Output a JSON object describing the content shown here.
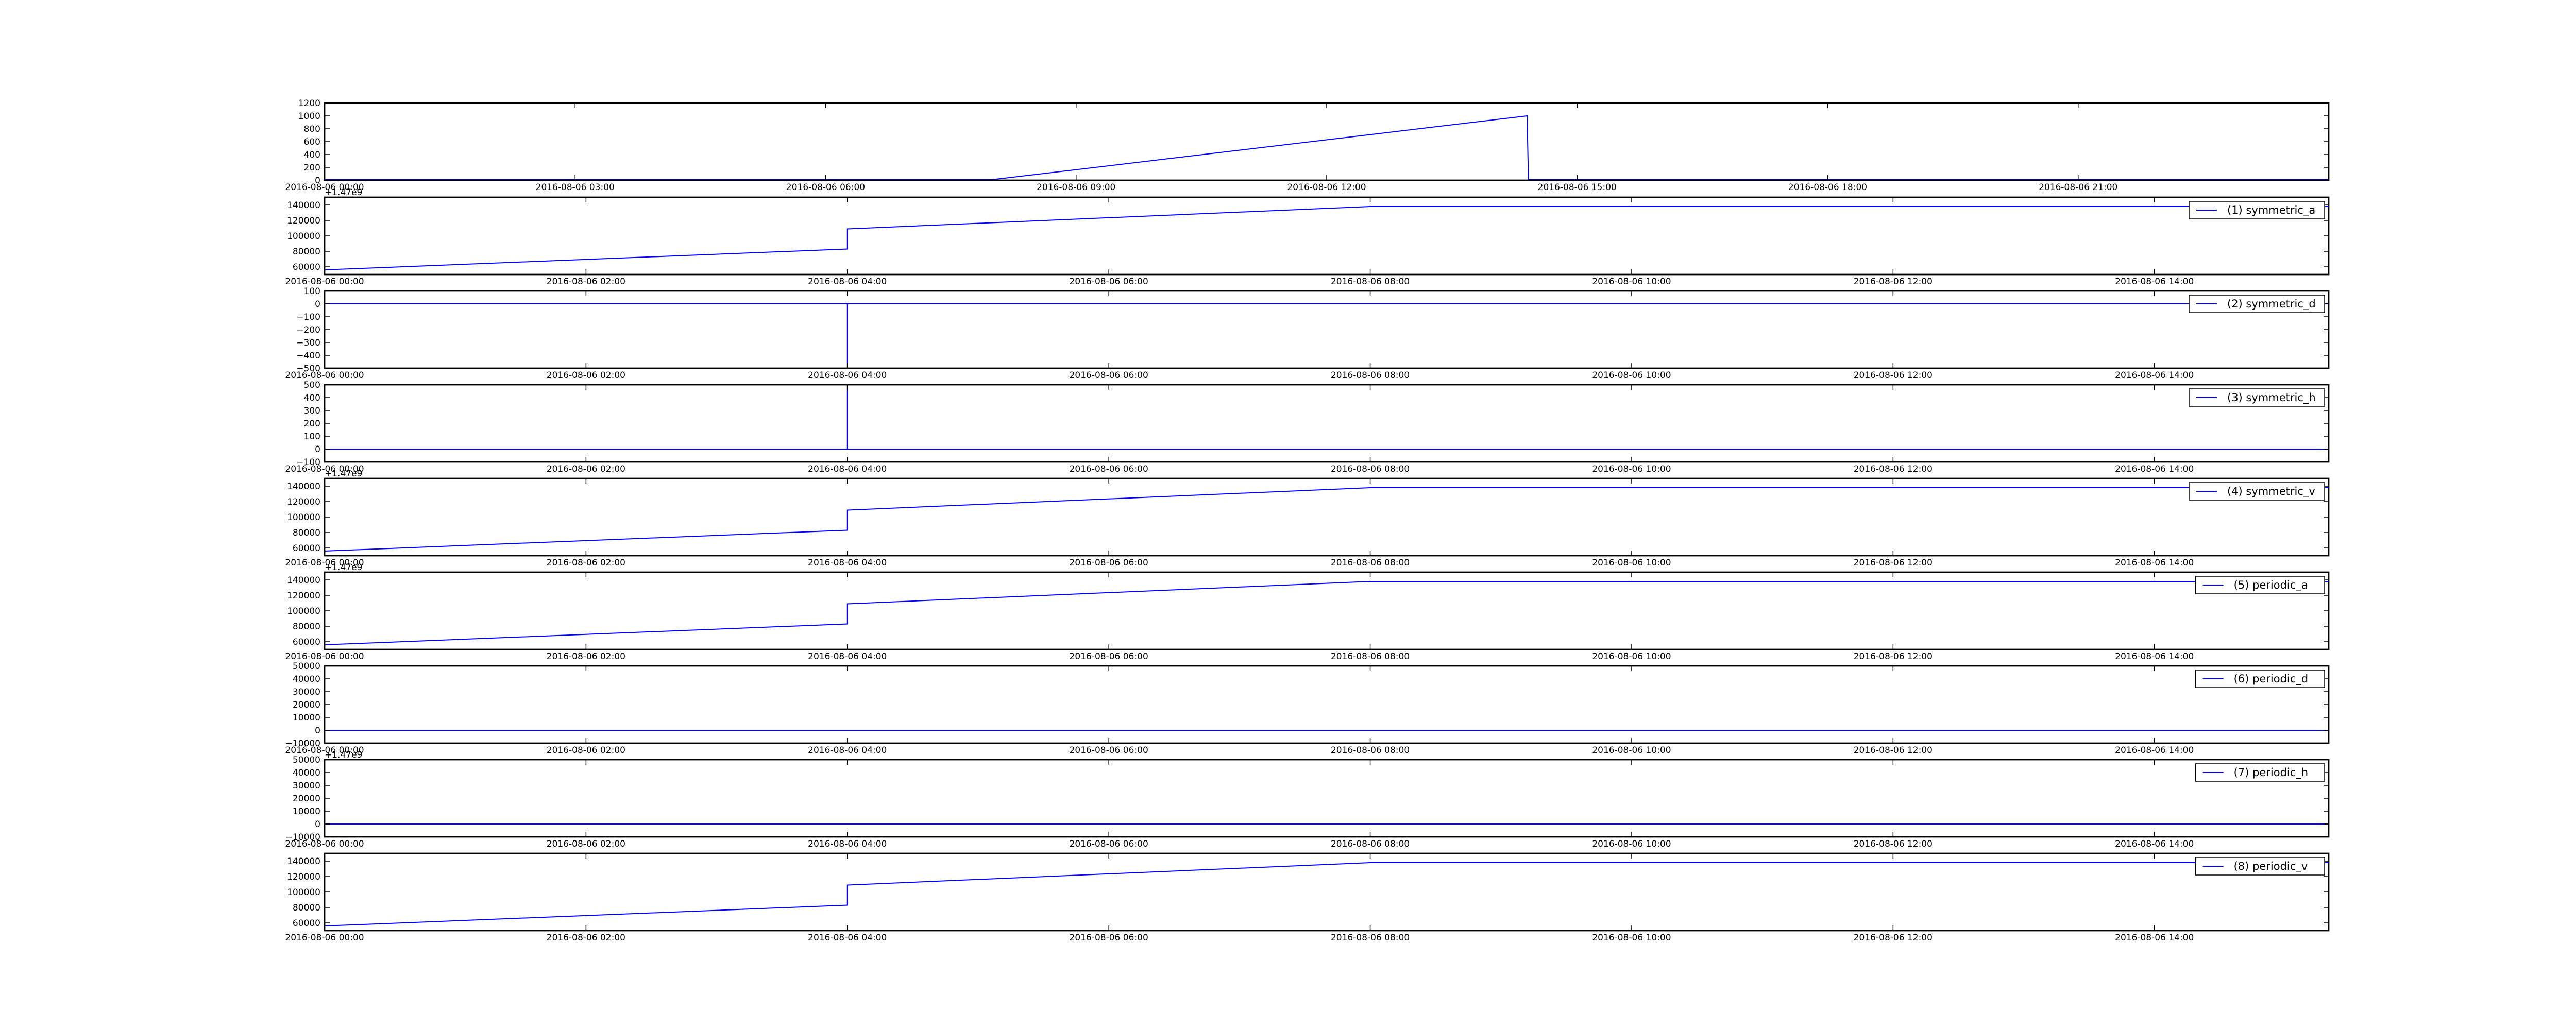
{
  "chart_data": [
    {
      "type": "line",
      "x_type": "datetime",
      "xlim": [
        "2016-08-06 00:00",
        "2016-08-07 00:00"
      ],
      "xticks": [
        "2016-08-06 00:00",
        "2016-08-06 03:00",
        "2016-08-06 06:00",
        "2016-08-06 09:00",
        "2016-08-06 12:00",
        "2016-08-06 15:00",
        "2016-08-06 18:00",
        "2016-08-06 21:00"
      ],
      "ylim": [
        0,
        1200
      ],
      "yticks": [
        0,
        200,
        400,
        600,
        800,
        1000,
        1200
      ],
      "ytick_labels": [
        "0",
        "200",
        "400",
        "600",
        "800",
        "1000",
        "1200"
      ],
      "offset_text": "",
      "legend": "",
      "series": [
        {
          "x": [
            "2016-08-06 00:00",
            "2016-08-06 08:00",
            "2016-08-06 14:24",
            "2016-08-06 14:25",
            "2016-08-07 00:00"
          ],
          "y": [
            10,
            10,
            1000,
            10,
            10
          ]
        }
      ]
    },
    {
      "type": "line",
      "x_type": "datetime",
      "xlim": [
        "2016-08-06 00:00",
        "2016-08-06 15:20"
      ],
      "xticks": [
        "2016-08-06 00:00",
        "2016-08-06 02:00",
        "2016-08-06 04:00",
        "2016-08-06 06:00",
        "2016-08-06 08:00",
        "2016-08-06 10:00",
        "2016-08-06 12:00",
        "2016-08-06 14:00"
      ],
      "ylim": [
        50000,
        150000
      ],
      "yticks": [
        60000,
        80000,
        100000,
        120000,
        140000
      ],
      "ytick_labels": [
        "60000",
        "80000",
        "100000",
        "120000",
        "140000"
      ],
      "offset_text": "+1.47e9",
      "legend": "(1) symmetric_a",
      "series": [
        {
          "x": [
            "2016-08-06 00:00",
            "2016-08-06 04:00",
            "2016-08-06 04:00",
            "2016-08-06 08:00",
            "2016-08-06 15:20"
          ],
          "y": [
            56000,
            83000,
            109000,
            138000,
            138000
          ]
        }
      ]
    },
    {
      "type": "line",
      "x_type": "datetime",
      "xlim": [
        "2016-08-06 00:00",
        "2016-08-06 15:20"
      ],
      "xticks": [
        "2016-08-06 00:00",
        "2016-08-06 02:00",
        "2016-08-06 04:00",
        "2016-08-06 06:00",
        "2016-08-06 08:00",
        "2016-08-06 10:00",
        "2016-08-06 12:00",
        "2016-08-06 14:00"
      ],
      "ylim": [
        -500,
        100
      ],
      "yticks": [
        -500,
        -400,
        -300,
        -200,
        -100,
        0,
        100
      ],
      "ytick_labels": [
        "−500",
        "−400",
        "−300",
        "−200",
        "−100",
        "0",
        "100"
      ],
      "offset_text": "",
      "legend": "(2) symmetric_d",
      "series": [
        {
          "x": [
            "2016-08-06 00:00",
            "2016-08-06 04:00",
            "2016-08-06 04:00",
            "2016-08-06 04:00",
            "2016-08-06 15:20"
          ],
          "y": [
            0,
            0,
            -500,
            0,
            0
          ]
        }
      ]
    },
    {
      "type": "line",
      "x_type": "datetime",
      "xlim": [
        "2016-08-06 00:00",
        "2016-08-06 15:20"
      ],
      "xticks": [
        "2016-08-06 00:00",
        "2016-08-06 02:00",
        "2016-08-06 04:00",
        "2016-08-06 06:00",
        "2016-08-06 08:00",
        "2016-08-06 10:00",
        "2016-08-06 12:00",
        "2016-08-06 14:00"
      ],
      "ylim": [
        -100,
        500
      ],
      "yticks": [
        -100,
        0,
        100,
        200,
        300,
        400,
        500
      ],
      "ytick_labels": [
        "−100",
        "0",
        "100",
        "200",
        "300",
        "400",
        "500"
      ],
      "offset_text": "",
      "legend": "(3) symmetric_h",
      "series": [
        {
          "x": [
            "2016-08-06 00:00",
            "2016-08-06 04:00",
            "2016-08-06 04:00",
            "2016-08-06 04:00",
            "2016-08-06 15:20"
          ],
          "y": [
            0,
            0,
            500,
            0,
            0
          ]
        }
      ]
    },
    {
      "type": "line",
      "x_type": "datetime",
      "xlim": [
        "2016-08-06 00:00",
        "2016-08-06 15:20"
      ],
      "xticks": [
        "2016-08-06 00:00",
        "2016-08-06 02:00",
        "2016-08-06 04:00",
        "2016-08-06 06:00",
        "2016-08-06 08:00",
        "2016-08-06 10:00",
        "2016-08-06 12:00",
        "2016-08-06 14:00"
      ],
      "ylim": [
        50000,
        150000
      ],
      "yticks": [
        60000,
        80000,
        100000,
        120000,
        140000
      ],
      "ytick_labels": [
        "60000",
        "80000",
        "100000",
        "120000",
        "140000"
      ],
      "offset_text": "+1.47e9",
      "legend": "(4) symmetric_v",
      "series": [
        {
          "x": [
            "2016-08-06 00:00",
            "2016-08-06 04:00",
            "2016-08-06 04:00",
            "2016-08-06 08:00",
            "2016-08-06 15:20"
          ],
          "y": [
            56000,
            83000,
            109000,
            138000,
            138000
          ]
        }
      ]
    },
    {
      "type": "line",
      "x_type": "datetime",
      "xlim": [
        "2016-08-06 00:00",
        "2016-08-06 15:20"
      ],
      "xticks": [
        "2016-08-06 00:00",
        "2016-08-06 02:00",
        "2016-08-06 04:00",
        "2016-08-06 06:00",
        "2016-08-06 08:00",
        "2016-08-06 10:00",
        "2016-08-06 12:00",
        "2016-08-06 14:00"
      ],
      "ylim": [
        50000,
        150000
      ],
      "yticks": [
        60000,
        80000,
        100000,
        120000,
        140000
      ],
      "ytick_labels": [
        "60000",
        "80000",
        "100000",
        "120000",
        "140000"
      ],
      "offset_text": "+1.47e9",
      "legend": "(5) periodic_a",
      "series": [
        {
          "x": [
            "2016-08-06 00:00",
            "2016-08-06 04:00",
            "2016-08-06 04:00",
            "2016-08-06 08:00",
            "2016-08-06 15:20"
          ],
          "y": [
            56000,
            83000,
            109000,
            138000,
            138000
          ]
        }
      ]
    },
    {
      "type": "line",
      "x_type": "datetime",
      "xlim": [
        "2016-08-06 00:00",
        "2016-08-06 15:20"
      ],
      "xticks": [
        "2016-08-06 00:00",
        "2016-08-06 02:00",
        "2016-08-06 04:00",
        "2016-08-06 06:00",
        "2016-08-06 08:00",
        "2016-08-06 10:00",
        "2016-08-06 12:00",
        "2016-08-06 14:00"
      ],
      "ylim": [
        -10000,
        50000
      ],
      "yticks": [
        -10000,
        0,
        10000,
        20000,
        30000,
        40000,
        50000
      ],
      "ytick_labels": [
        "−10000",
        "0",
        "10000",
        "20000",
        "30000",
        "40000",
        "50000"
      ],
      "offset_text": "",
      "legend": "(6) periodic_d",
      "series": [
        {
          "x": [
            "2016-08-06 00:00",
            "2016-08-06 15:20"
          ],
          "y": [
            0,
            0
          ]
        }
      ]
    },
    {
      "type": "line",
      "x_type": "datetime",
      "xlim": [
        "2016-08-06 00:00",
        "2016-08-06 15:20"
      ],
      "xticks": [
        "2016-08-06 00:00",
        "2016-08-06 02:00",
        "2016-08-06 04:00",
        "2016-08-06 06:00",
        "2016-08-06 08:00",
        "2016-08-06 10:00",
        "2016-08-06 12:00",
        "2016-08-06 14:00"
      ],
      "ylim": [
        -10000,
        50000
      ],
      "yticks": [
        -10000,
        0,
        10000,
        20000,
        30000,
        40000,
        50000
      ],
      "ytick_labels": [
        "−10000",
        "0",
        "10000",
        "20000",
        "30000",
        "40000",
        "50000"
      ],
      "offset_text": "+1.47e9",
      "legend": "(7) periodic_h",
      "series": [
        {
          "x": [
            "2016-08-06 00:00",
            "2016-08-06 15:20"
          ],
          "y": [
            0,
            0
          ]
        }
      ]
    },
    {
      "type": "line",
      "x_type": "datetime",
      "xlim": [
        "2016-08-06 00:00",
        "2016-08-06 15:20"
      ],
      "xticks": [
        "2016-08-06 00:00",
        "2016-08-06 02:00",
        "2016-08-06 04:00",
        "2016-08-06 06:00",
        "2016-08-06 08:00",
        "2016-08-06 10:00",
        "2016-08-06 12:00",
        "2016-08-06 14:00"
      ],
      "ylim": [
        50000,
        150000
      ],
      "yticks": [
        60000,
        80000,
        100000,
        120000,
        140000
      ],
      "ytick_labels": [
        "60000",
        "80000",
        "100000",
        "120000",
        "140000"
      ],
      "offset_text": "",
      "legend": "(8) periodic_v",
      "series": [
        {
          "x": [
            "2016-08-06 00:00",
            "2016-08-06 04:00",
            "2016-08-06 04:00",
            "2016-08-06 08:00",
            "2016-08-06 15:20"
          ],
          "y": [
            56000,
            83000,
            109000,
            138000,
            138000
          ]
        }
      ]
    }
  ],
  "colors": {
    "line": "#0000ff",
    "frame": "#000000",
    "background": "#ffffff"
  }
}
